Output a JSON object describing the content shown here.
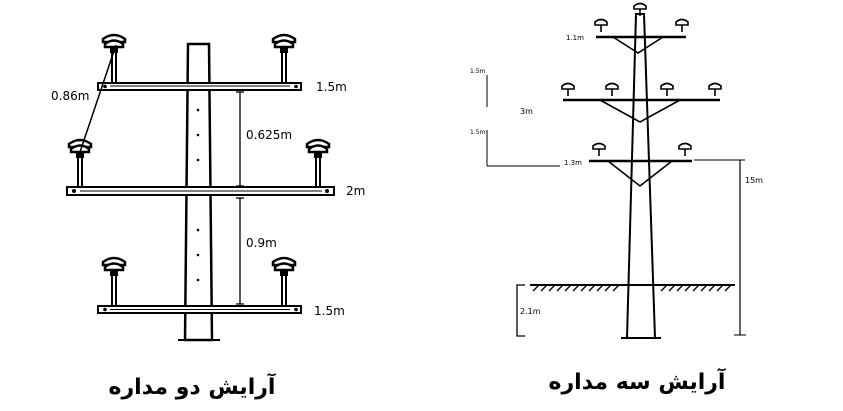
{
  "left_figure": {
    "caption": "آرایش دو مداره",
    "labels": {
      "insulator_spacing": "0.86m",
      "top_crossarm": "1.5m",
      "upper_gap": "0.625m",
      "middle_crossarm": "2m",
      "lower_gap": "0.9m",
      "bottom_crossarm": "1.5m"
    }
  },
  "right_figure": {
    "caption": "آرایش سه مداره",
    "labels": {
      "top_arm": "1.1m",
      "upper_spacing": "1.5m",
      "middle_arm": "3m",
      "lower_spacing": "1.5m",
      "lower_arm": "1.3m",
      "height": "15m",
      "burial_depth": "2.1m"
    }
  },
  "colors": {
    "stroke": "#000000",
    "background": "#ffffff"
  }
}
